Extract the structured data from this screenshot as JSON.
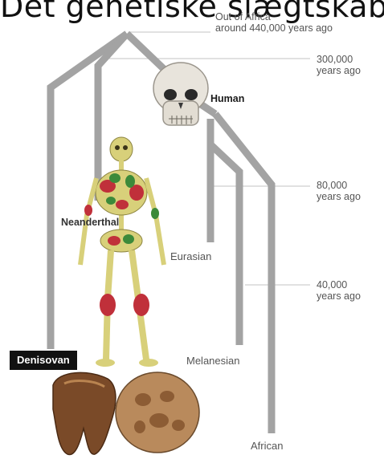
{
  "header": {
    "title": "Det genetiske slægtskab"
  },
  "timeline": {
    "out_of_africa_line1": "Out of Africa",
    "out_of_africa_line2": "around 440,000 years ago",
    "t300_line1": "300,000",
    "t300_line2": "years ago",
    "t80_line1": "80,000",
    "t80_line2": "years ago",
    "t40_line1": "40,000",
    "t40_line2": "years ago"
  },
  "groups": {
    "human": "Human",
    "neanderthal": "Neanderthal",
    "denisovan": "Denisovan",
    "eurasian": "Eurasian",
    "melanesian": "Melanesian",
    "african": "African"
  },
  "colors": {
    "branch": "#a3a3a3",
    "guide": "#cfcfcf",
    "badge_bg": "#121212",
    "bone": "#d8d07a",
    "marker_red": "#c0303a",
    "marker_green": "#3c8a3a",
    "tooth": "#7a4a28"
  }
}
